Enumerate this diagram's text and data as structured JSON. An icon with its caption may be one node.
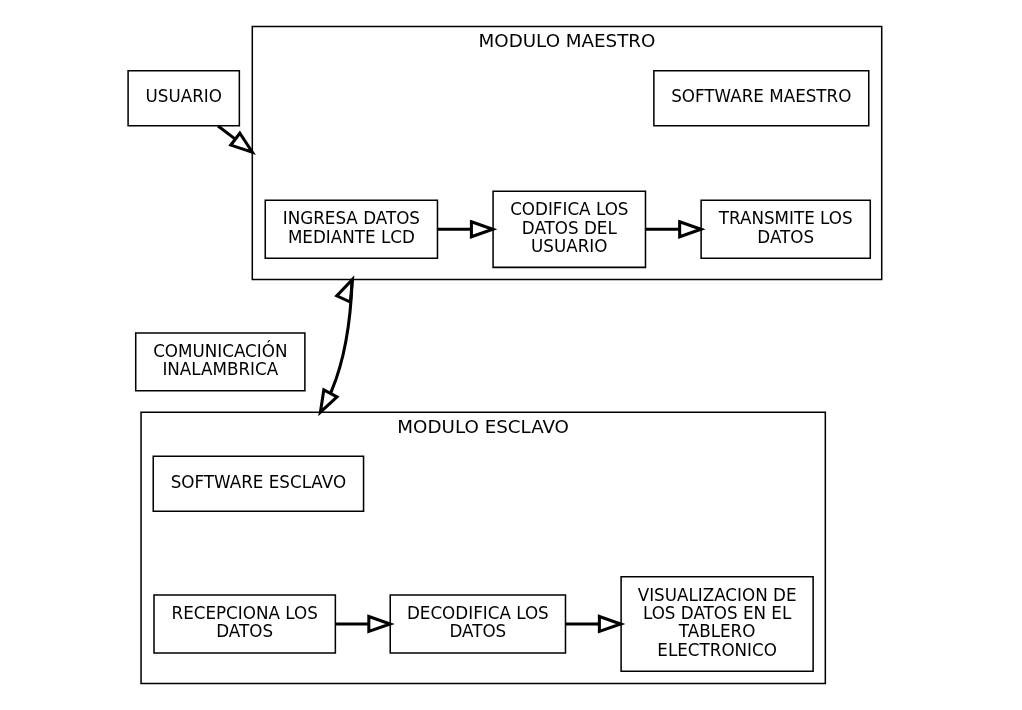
{
  "diagram": {
    "nodes": [
      {
        "text": [
          "USUARIO"
        ]
      },
      {
        "text": [
          "MODULO MAESTRO"
        ]
      },
      {
        "text": [
          "INGRESA DATOS MEDIANTE LCD"
        ],
        "in": 1
      },
      {
        "text": [
          "SOFTWARE MAESTRO"
        ],
        "in": 1
      },
      {
        "text": [
          "CODIFICA LOS DATOS DEL USUARIO"
        ],
        "in": 1
      },
      {
        "text": [
          "TRANSMITE LOS DATOS"
        ],
        "in": 1
      },
      {
        "text": [
          "COMUNICACIÓN INALAMBRICA"
        ]
      },
      {
        "text": [
          "MODULO ESCLAVO"
        ]
      },
      {
        "text": [
          "SOFTWARE ESCLAVO"
        ],
        "in": 7
      },
      {
        "text": [
          "VISUALIZACION DE LOS DATOS EN EL TABLERO ELECTRONICO"
        ],
        "in": 7
      },
      {
        "text": [
          "DECODIFICA LOS DATOS"
        ],
        "in": 7
      },
      {
        "text": [
          "RECEPCIONA LOS DATOS"
        ],
        "in": 7
      }
    ],
    "edges": [
      {
        "from": 0,
        "to": 1,
        "arrow": "to"
      },
      {
        "from": 2,
        "to": 4,
        "arrow": "to"
      },
      {
        "from": 4,
        "to": 5,
        "arrow": "to"
      },
      {
        "from": 1,
        "to": 7,
        "arrow": "both"
      },
      {
        "from": 11,
        "to": 10,
        "arrow": "to"
      },
      {
        "from": 10,
        "to": 9,
        "arrow": "to"
      }
    ]
  }
}
